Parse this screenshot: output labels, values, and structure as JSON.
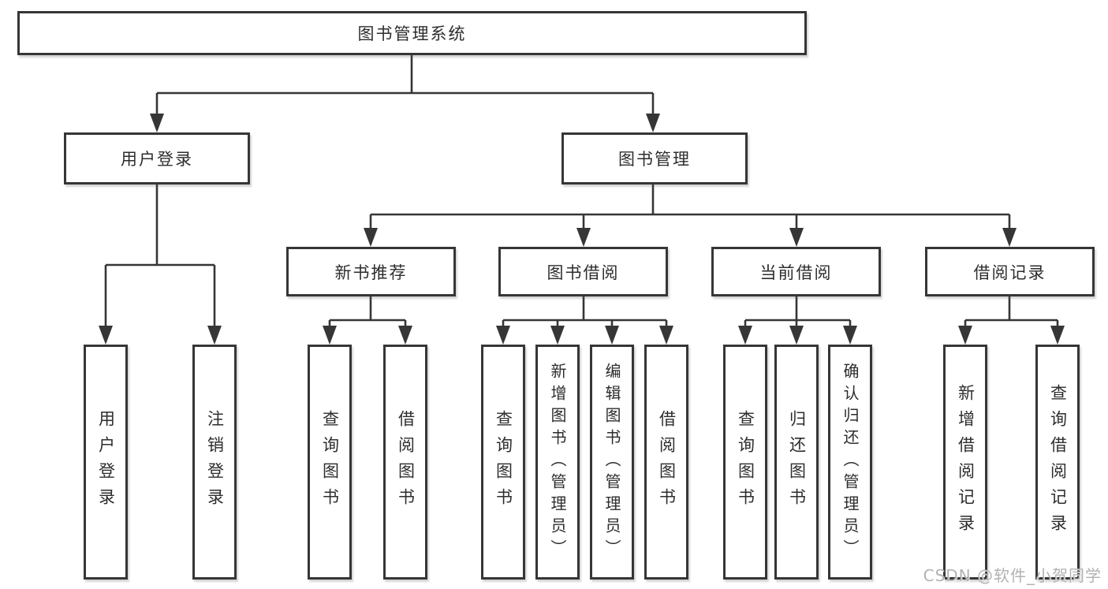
{
  "diagram": {
    "root": {
      "label": "图书管理系统"
    },
    "level2": [
      {
        "label": "用户登录"
      },
      {
        "label": "图书管理"
      }
    ],
    "level3": [
      {
        "label": "新书推荐"
      },
      {
        "label": "图书借阅"
      },
      {
        "label": "当前借阅"
      },
      {
        "label": "借阅记录"
      }
    ],
    "leaves": [
      {
        "label": "用户登录"
      },
      {
        "label": "注销登录"
      },
      {
        "label": "查询图书"
      },
      {
        "label": "借阅图书"
      },
      {
        "label": "查询图书"
      },
      {
        "label": "新增图书（管理员）"
      },
      {
        "label": "编辑图书（管理员）"
      },
      {
        "label": "借阅图书"
      },
      {
        "label": "查询图书"
      },
      {
        "label": "归还图书"
      },
      {
        "label": "确认归还（管理员）"
      },
      {
        "label": "新增借阅记录"
      },
      {
        "label": "查询借阅记录"
      }
    ],
    "colors": {
      "line": "#363636",
      "box_border": "#363636",
      "box_fill": "#ffffff",
      "text": "#2d2d2d",
      "watermark": "#b2b2b2"
    },
    "watermark": "CSDN @软件_小贺同学"
  }
}
